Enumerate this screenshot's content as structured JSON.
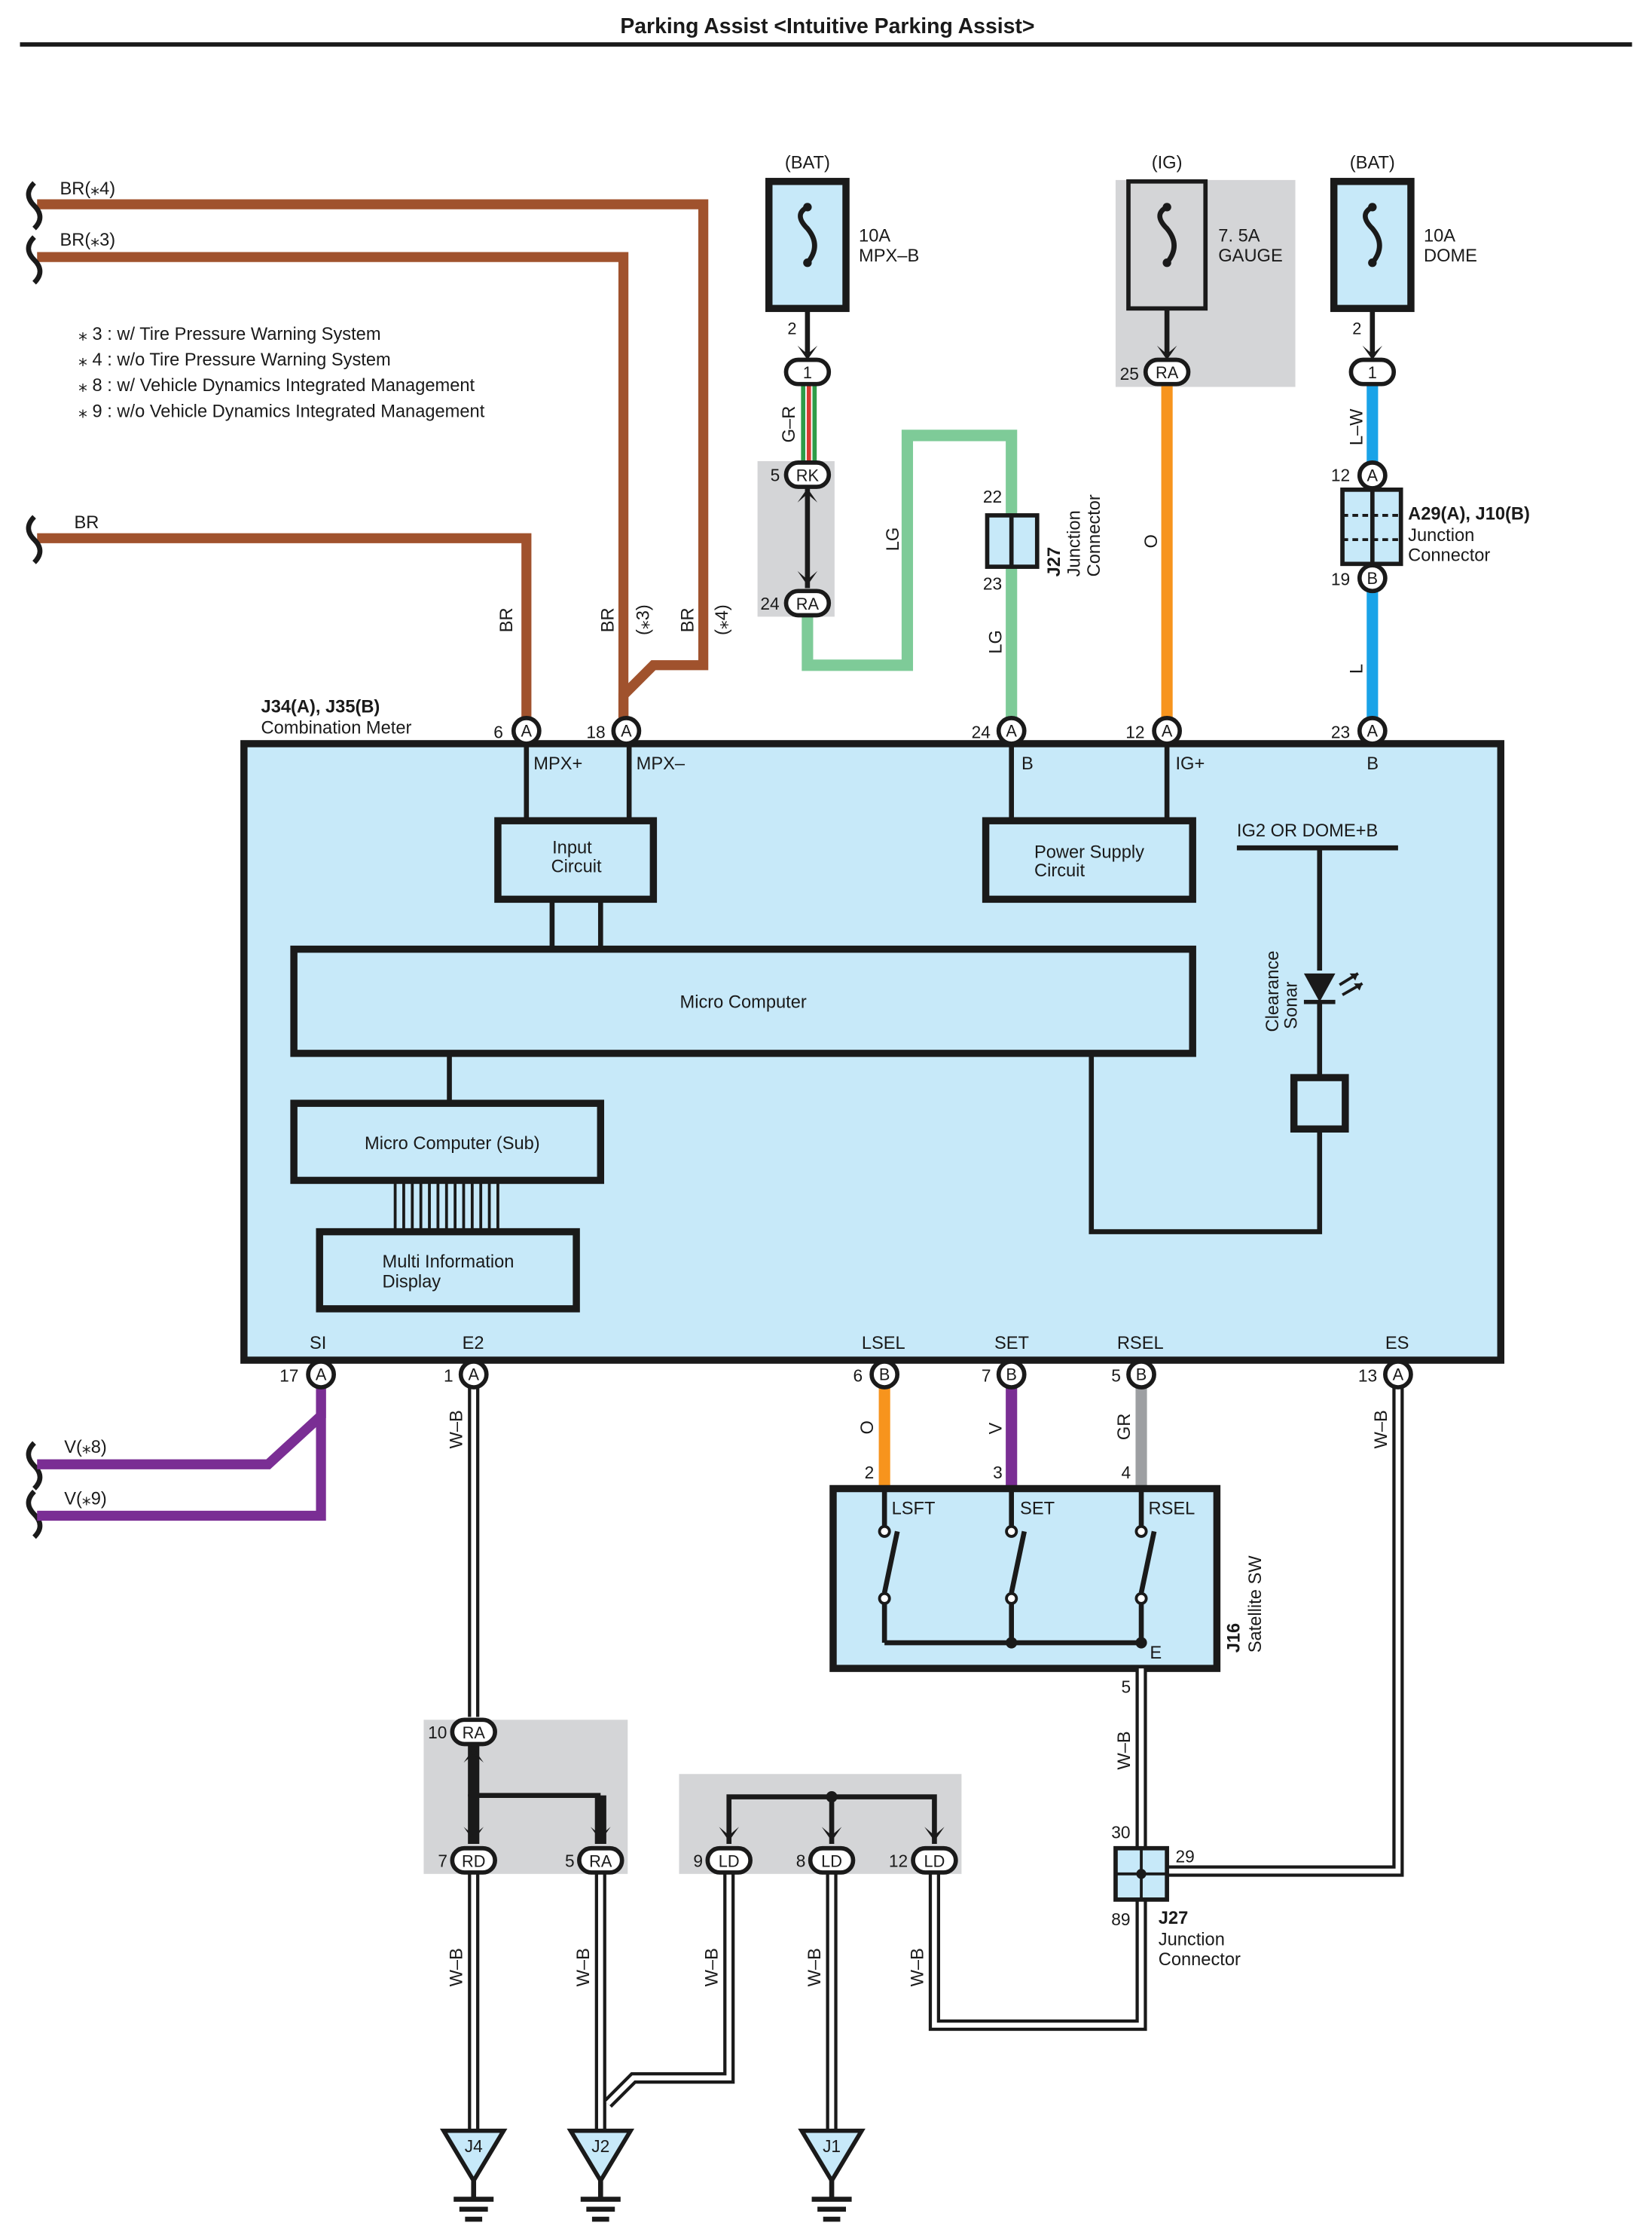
{
  "title": "Parking Assist <Intuitive Parking Assist>",
  "notes": [
    "⁎ 3 : w/ Tire Pressure Warning System",
    "⁎ 4 : w/o Tire Pressure Warning System",
    "⁎ 8 : w/ Vehicle Dynamics Integrated Management",
    "⁎ 9 : w/o Vehicle Dynamics Integrated Management"
  ],
  "left_inputs": {
    "br4": "BR(⁎4)",
    "br3": "BR(⁎3)",
    "br": "BR",
    "v8": "V(⁎8)",
    "v9": "V(⁎9)"
  },
  "fuses": [
    {
      "source": "(BAT)",
      "rating": "10A",
      "name": "MPX–B"
    },
    {
      "source": "(IG)",
      "rating": "7. 5A",
      "name": "GAUGE"
    },
    {
      "source": "(BAT)",
      "rating": "10A",
      "name": "DOME"
    }
  ],
  "wire_labels": {
    "gr": "G–R",
    "lg_top": "LG",
    "lg": "LG",
    "o_top": "O",
    "lw": "L–W",
    "l": "L",
    "br_a": "BR",
    "br_b": "BR",
    "br_c": "BR",
    "star3": "(⁎3)",
    "star4": "(⁎4)",
    "wb_e2": "W–B",
    "o_lsel": "O",
    "v_set": "V",
    "gr_rsel": "GR",
    "wb_es": "W–B",
    "wb_sw": "W–B",
    "wb_1": "W–B",
    "wb_2": "W–B",
    "wb_3": "W–B",
    "wb_4": "W–B",
    "wb_5": "W–B"
  },
  "connectors": {
    "c1": "1",
    "c2": "1",
    "rk": "RK",
    "ra24": "RA",
    "ra25": "RA",
    "a12": "A",
    "b19": "B",
    "m6": "A",
    "m18": "A",
    "m24": "A",
    "m12": "A",
    "m23": "A",
    "m17": "A",
    "m1": "A",
    "m6b": "B",
    "m7b": "B",
    "m5b": "B",
    "m13": "A",
    "ra10": "RA",
    "rd7": "RD",
    "ra5": "RA",
    "ld9": "LD",
    "ld8": "LD",
    "ld12": "LD"
  },
  "pins": {
    "f1": "2",
    "f3": "2",
    "p25": "25",
    "p5": "5",
    "p24": "24",
    "p22": "22",
    "p23": "23",
    "p12a": "12",
    "p19": "19",
    "m6": "6",
    "m18": "18",
    "m24": "24",
    "m12": "12",
    "m23": "23",
    "m17": "17",
    "m1": "1",
    "m6b": "6",
    "m7b": "7",
    "m5b": "5",
    "m13": "13",
    "s2": "2",
    "s3": "3",
    "s4": "4",
    "s5": "5",
    "p10": "10",
    "p7": "7",
    "p5b": "5",
    "p9": "9",
    "p8": "8",
    "p12": "12",
    "j30": "30",
    "j29": "29",
    "j89": "89"
  },
  "meter": {
    "id": "J34(A), J35(B)",
    "name": "Combination Meter",
    "terminals_top": [
      "MPX+",
      "MPX–",
      "B",
      "IG+",
      "B"
    ],
    "terminals_bottom": [
      "SI",
      "E2",
      "LSEL",
      "SET",
      "RSEL",
      "ES"
    ],
    "input_circuit": [
      "Input",
      "Circuit"
    ],
    "power_supply": [
      "Power Supply",
      "Circuit"
    ],
    "ig2": "IG2 OR DOME+B",
    "micro": "Micro Computer",
    "micro_sub": "Micro Computer (Sub)",
    "mid": [
      "Multi Information",
      "Display"
    ],
    "sonar": [
      "Clearance",
      "Sonar"
    ]
  },
  "j27_top": {
    "id": "J27",
    "lines": [
      "Junction",
      "Connector"
    ]
  },
  "a29": {
    "id": "A29(A), J10(B)",
    "lines": [
      "Junction",
      "Connector"
    ]
  },
  "satellite": {
    "id": "J16",
    "name": "Satellite SW",
    "switches": [
      "LSFT",
      "SET",
      "RSEL"
    ],
    "e": "E"
  },
  "j27_bottom": {
    "id": "J27",
    "lines": [
      "Junction",
      "Connector"
    ]
  },
  "grounds": [
    "J4",
    "J2",
    "J1"
  ],
  "colors": {
    "brown": "#a0522d",
    "green_lg": "#7ecb98",
    "orange": "#f7941d",
    "blue": "#1aa3e8",
    "purple": "#7a2e94",
    "gray_wire": "#9d9fa2",
    "box_fill": "#c7e9f9",
    "grey_bg": "#d4d5d7"
  }
}
